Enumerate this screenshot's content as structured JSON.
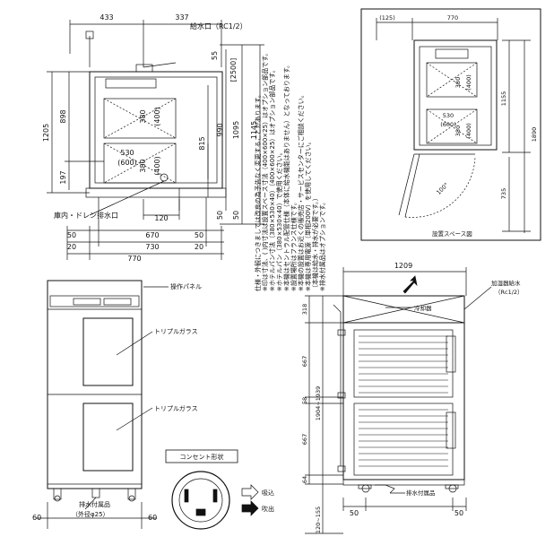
{
  "top_view": {
    "dims": {
      "d433": "433",
      "d337": "337",
      "d55": "55",
      "d2500": "[2500]",
      "d1205": "1205",
      "d898": "898",
      "d380a": "380",
      "d400a": "(400)",
      "d990": "990",
      "d1095": "1095",
      "d1145": "1145",
      "d815": "815",
      "d530": "530",
      "d600": "(600)",
      "d380b": "380",
      "d400b": "(400)",
      "d197": "197",
      "d120": "120",
      "d50a": "50",
      "d50b": "50",
      "d50c": "50",
      "d670": "670",
      "d50d": "50",
      "d20a": "20",
      "d730": "730",
      "d20b": "20",
      "d770": "770"
    },
    "labels": {
      "inlet": "給水口（RC1/2）",
      "drain": "庫内・ドレン排水口"
    }
  },
  "notes": [
    "仕様・外観につきましては改良の為予告なく変更することがあります。",
    "※印は寸法、( )内寸法は設置スペース寸法（400×600×25）はオプション部品です。",
    "※ホテルパン寸法（380×530×40）（400×600×25）はオプション部品です。",
    "※ホテルパン（380×530×40）で使用ください。",
    "※本機はセントラル配管仕様（本体に給水機能はありません）となっております。",
    "※設置場所はフランス仕様です。",
    "※本機の設置はお近くの販売店・サービスセンターにご相談ください。",
    "※本機は専用電源（単相200V）を使用してください。",
    "（本機は給水・排水が必要です。）",
    "※排水付属品はオプションです。"
  ],
  "clearance": {
    "dims": {
      "d125": "(125)",
      "d770": "770",
      "d380a": "380",
      "d400a": "(400)",
      "d1155": "1155",
      "d1890": "1890",
      "d530": "530",
      "d600": "(600)",
      "d380b": "380",
      "d400b": "(400)",
      "d735": "735",
      "d100": "100°"
    },
    "caption": "設置スペース図"
  },
  "front_view": {
    "labels": {
      "panel": "操作パネル",
      "glass1": "トリプルガラス",
      "glass2": "トリプルガラス",
      "drain_acc": "排水付属品",
      "drain_dia": "（外径φ25）"
    },
    "dims": {
      "d60a": "60",
      "d60b": "60"
    }
  },
  "outlet": {
    "title": "コンセント形状",
    "intake": "吸込",
    "exhaust": "吹出"
  },
  "side_view": {
    "dims": {
      "d1209": "1209",
      "d318": "318",
      "d667a": "667",
      "d58": "58",
      "d1904": "1904~1939",
      "d667b": "667",
      "d64": "64",
      "d50a": "50",
      "d50b": "50",
      "d120": "120~155"
    },
    "labels": {
      "humidifier": "加湿器給水",
      "humid_spec": "（Rc1/2）",
      "cooler": "冷却器",
      "drain_acc": "排水付属品"
    }
  }
}
